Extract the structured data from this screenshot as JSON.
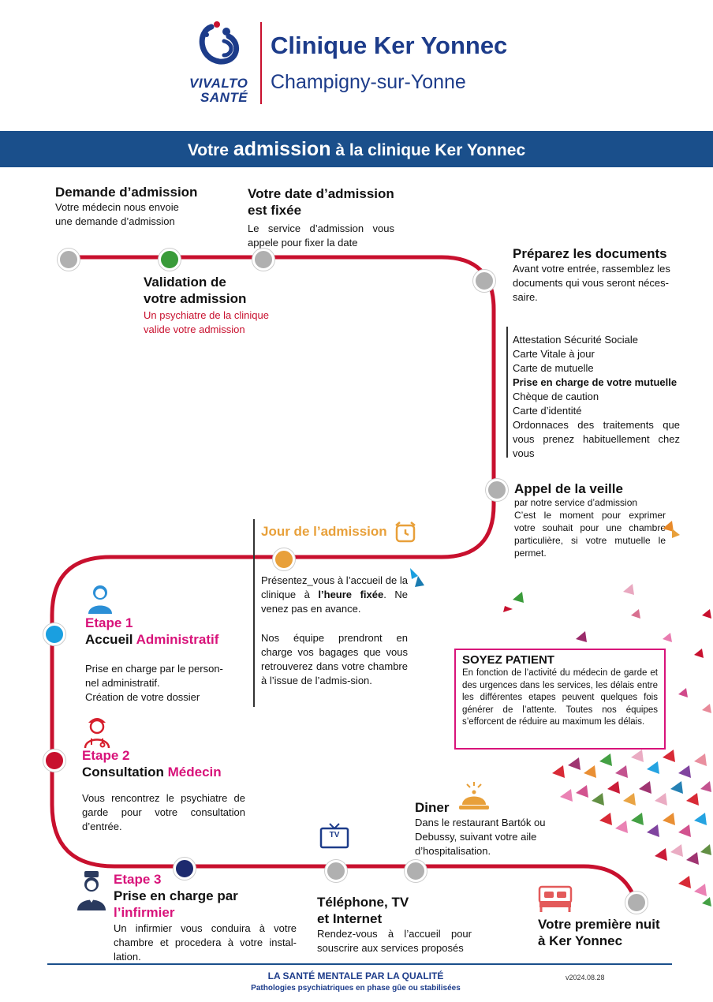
{
  "header": {
    "brand_line1": "VIVALTO",
    "brand_line2": "SANTÉ",
    "clinic_name": "Clinique Ker Yonnec",
    "clinic_city": "Champigny-sur-Yonne"
  },
  "banner": {
    "part1": "Votre ",
    "part2": "admission",
    "part3": " à la clinique Ker Yonnec"
  },
  "steps": {
    "demande": {
      "title": "Demande d’admission",
      "text1": "Votre médecin nous envoie",
      "text2": "une demande d’admission"
    },
    "validation": {
      "title1": "Validation de",
      "title2": "votre admission",
      "text1": "Un psychiatre de la clinique",
      "text2": "valide votre admission"
    },
    "date": {
      "title1": "Votre date d’admission",
      "title2": "est fixée",
      "text": "Le service d’admission vous appele pour fixer la date"
    },
    "documents": {
      "title": "Préparez les documents",
      "text": "Avant votre entrée, rassemblez les documents qui vous seront néces-saire."
    },
    "doc_list": [
      "Attestation Sécurité Sociale",
      "Carte Vitale à jour",
      "Carte de mutuelle",
      "Prise en charge de votre mutuelle",
      "Chèque de caution",
      "Carte d’identité",
      "Ordonnaces des traitements que vous prenez habituellement chez vous"
    ],
    "veille": {
      "title": "Appel de la veille",
      "subtitle": "par notre service d’admission",
      "text": "C’est le moment pour exprimer votre souhait pour une chambre particulière, si votre mutuelle le permet."
    },
    "jour": {
      "title": "Jour de l’admission",
      "text1a": "Présentez_vous à l’accueil de la clinique à ",
      "text1b": "l’heure fixée",
      "text1c": ". Ne venez pas en avance.",
      "text2": "Nos équipe prendront en charge vos bagages que vous retrouverez dans votre chambre à l’issue de l’admis-sion."
    },
    "etape1": {
      "label": "Etape 1",
      "title_a": "Accueil ",
      "title_b": "Administratif",
      "text1": "Prise en charge par le person-nel administratif.",
      "text2": "Création de votre dossier"
    },
    "etape2": {
      "label": "Etape 2",
      "title_a": "Consultation ",
      "title_b": "Médecin",
      "text": "Vous rencontrez le psychiatre de garde pour votre consultation d’entrée."
    },
    "etape3": {
      "label": "Etape 3",
      "title_a": "Prise en charge par",
      "title_b": "l’infirmier",
      "text": "Un infirmier vous conduira à votre chambre et procedera à votre instal-lation."
    },
    "telephone": {
      "title1": "Téléphone, TV",
      "title2": "et Internet",
      "text": "Rendez-vous à l’accueil pour souscrire aux services proposés",
      "icon_label": "TV"
    },
    "diner": {
      "title": "Diner",
      "text": "Dans le restaurant Bartók ou Debussy, suivant votre aile d’hospitalisation."
    },
    "nuit": {
      "title1": "Votre première nuit",
      "title2": "à Ker Yonnec"
    }
  },
  "patient_box": {
    "title": "SOYEZ PATIENT",
    "text": "En fonction de l’activité du médecin de garde et des urgences dans les services, les délais entre les différentes etapes peuvent quelques fois générer de l’attente. Toutes nos équipes s’efforcent de réduire au maximum les délais."
  },
  "footer": {
    "slogan": "LA SANTÉ MENTALE PAR LA QUALITÉ",
    "subtitle": "Pathologies psychiatriques en phase gûe ou stabilisées",
    "version": "v2024.08.28"
  },
  "colors": {
    "brand_blue": "#1a4f8b",
    "timeline_red": "#c8102e",
    "accent_pink": "#d8137a",
    "accent_orange": "#e8a03a"
  }
}
